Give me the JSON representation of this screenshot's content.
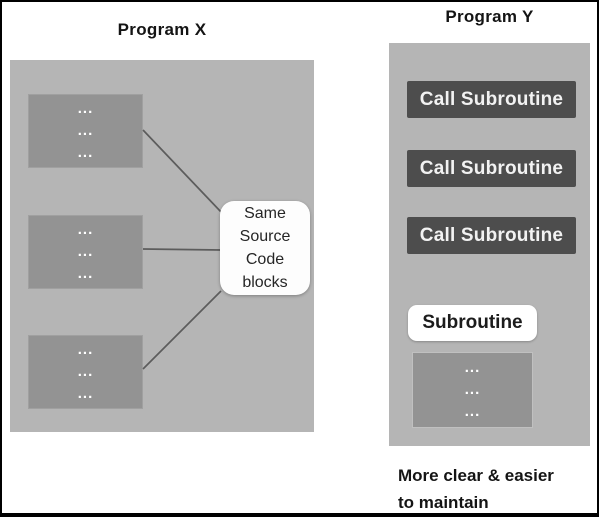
{
  "colors": {
    "border": "#000000",
    "panel": "#b5b5b5",
    "block": "#939393",
    "dark_box": "#4d4d4d",
    "callout_bg": "#fdfdfd",
    "line": "#5c5c5c"
  },
  "program_x": {
    "title": "Program X",
    "code_blocks": [
      {
        "dots": [
          "...",
          "...",
          "..."
        ]
      },
      {
        "dots": [
          "...",
          "...",
          "..."
        ]
      },
      {
        "dots": [
          "...",
          "...",
          "..."
        ]
      }
    ],
    "callout": {
      "line1": "Same",
      "line2": "Source",
      "line3": "Code",
      "line4": "blocks"
    }
  },
  "program_y": {
    "title": "Program Y",
    "call_buttons": [
      {
        "label": "Call Subroutine"
      },
      {
        "label": "Call Subroutine"
      },
      {
        "label": "Call Subroutine"
      }
    ],
    "subroutine": {
      "label": "Subroutine"
    },
    "subroutine_body": {
      "dots": [
        "...",
        "...",
        "..."
      ]
    },
    "caption": {
      "line1": "More clear & easier",
      "line2": "to maintain"
    }
  }
}
